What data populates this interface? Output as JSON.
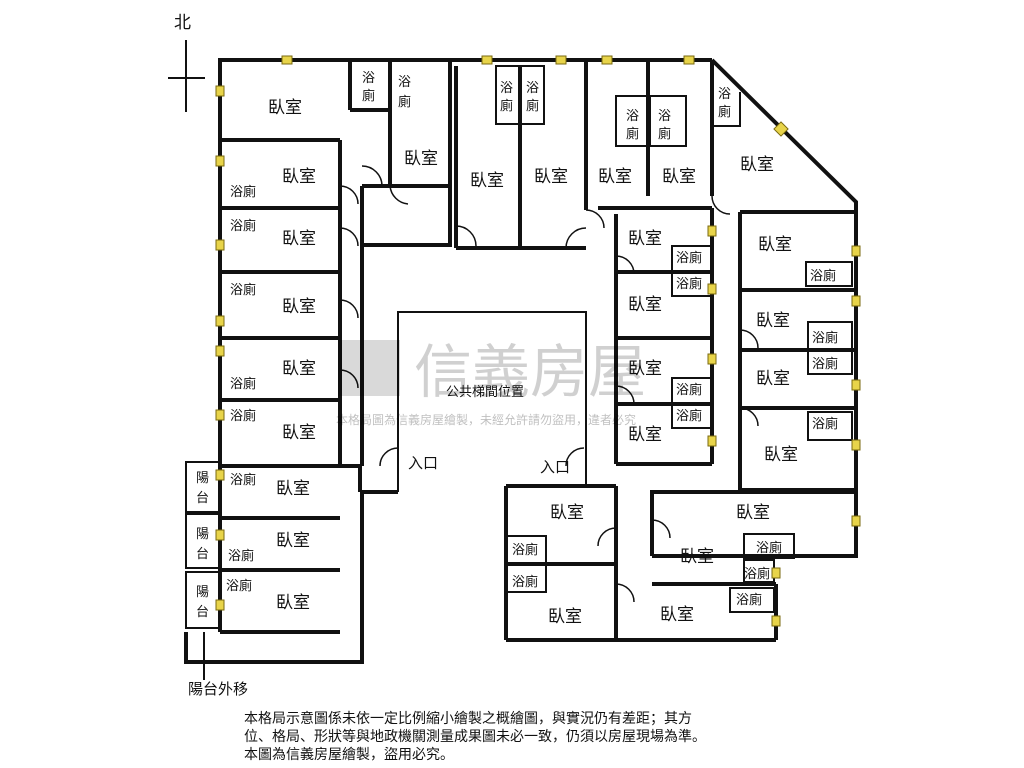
{
  "north_label": "北",
  "labels": {
    "bedroom": "臥室",
    "bath_top": "浴",
    "bath_bottom": "廁",
    "bath": "浴廁",
    "balcony_top": "陽",
    "balcony_bottom": "台",
    "entrance": "入口",
    "public_stair": "公共梯間位置",
    "balcony_moved": "陽台外移"
  },
  "watermark": {
    "brand": "信義房屋",
    "line": "本格局圖為信義房屋繪製，未經允許請勿盜用，違者必究"
  },
  "notes": [
    "本格局示意圖係未依一定比例縮小繪製之概繪圖，與實況仍有差距；其方",
    "位、格局、形狀等與地政機關測量成果圖未必一致，仍須以房屋現場為準。",
    "本圖為信義房屋繪製，盜用必究。"
  ]
}
